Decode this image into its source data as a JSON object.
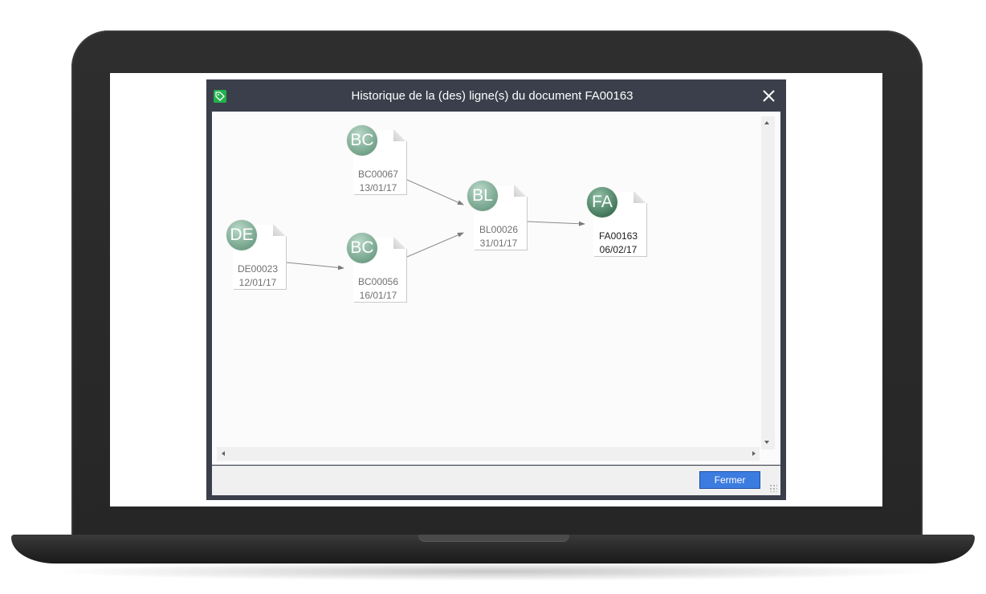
{
  "dialog": {
    "title": "Historique de la (des) ligne(s) du document FA00163",
    "close_symbol": "✕",
    "app_icon": "tag-icon",
    "close_button_label": "Fermer"
  },
  "documents": [
    {
      "type": "BC",
      "code": "BC00067",
      "date": "13/01/17"
    },
    {
      "type": "DE",
      "code": "DE00023",
      "date": "12/01/17"
    },
    {
      "type": "BC",
      "code": "BC00056",
      "date": "16/01/17"
    },
    {
      "type": "BL",
      "code": "BL00026",
      "date": "31/01/17"
    },
    {
      "type": "FA",
      "code": "FA00163",
      "date": "06/02/17",
      "current": true
    }
  ],
  "links": [
    {
      "from": "DE00023",
      "to": "BC00056"
    },
    {
      "from": "BC00067",
      "to": "BL00026"
    },
    {
      "from": "BC00056",
      "to": "BL00026"
    },
    {
      "from": "BL00026",
      "to": "FA00163"
    }
  ],
  "colors": {
    "titlebar": "#3a3f4b",
    "badge": "#8cb8a0",
    "badge_current": "#4f8468",
    "button": "#3c7ce0",
    "app_icon": "#22b14c"
  }
}
